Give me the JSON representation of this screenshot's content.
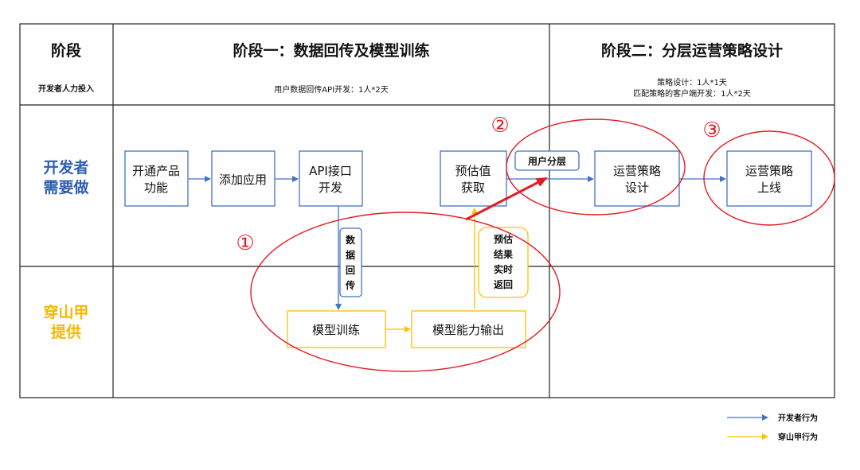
{
  "header": {
    "col_stage": "阶段",
    "col_dev_input": "开发者人力投入",
    "stage1_title": "阶段一：数据回传及模型训练",
    "stage1_effort": "用户数据回传API开发：1人*2天",
    "stage2_title": "阶段二：分层运营策略设计",
    "stage2_effort_line1": "策略设计：1人*1天",
    "stage2_effort_line2": "匹配策略的客户端开发：1人*2天"
  },
  "rows": {
    "developer": {
      "line1": "开发者",
      "line2": "需要做"
    },
    "provider": {
      "line1": "穿山甲",
      "line2": "提供"
    }
  },
  "nodes": {
    "open_product": {
      "line1": "开通产品",
      "line2": "功能"
    },
    "add_app": {
      "line1": "添加应用"
    },
    "api_dev": {
      "line1": "API接口",
      "line2": "开发"
    },
    "predict_get": {
      "line1": "预估值",
      "line2": "获取"
    },
    "strategy_design": {
      "line1": "运营策略",
      "line2": "设计"
    },
    "strategy_launch": {
      "line1": "运营策略",
      "line2": "上线"
    },
    "model_train": {
      "line1": "模型训练"
    },
    "model_output": {
      "line1": "模型能力输出"
    }
  },
  "tags": {
    "user_layer": "用户分层",
    "data_return": [
      "数",
      "据",
      "回",
      "传"
    ],
    "predict_realtime": [
      "预估",
      "结果",
      "实时",
      "返回"
    ]
  },
  "markers": {
    "m1": "①",
    "m2": "②",
    "m3": "③"
  },
  "legend": {
    "developer_behavior": "开发者行为",
    "provider_behavior": "穿山甲行为"
  },
  "colors": {
    "blue_arrow": "#4472c4",
    "blue_text": "#2f5fb3",
    "yellow_arrow": "#ffc000",
    "yellow_text": "#f5b800",
    "annotation_red": "#e31b23",
    "grid_line": "#222222"
  }
}
